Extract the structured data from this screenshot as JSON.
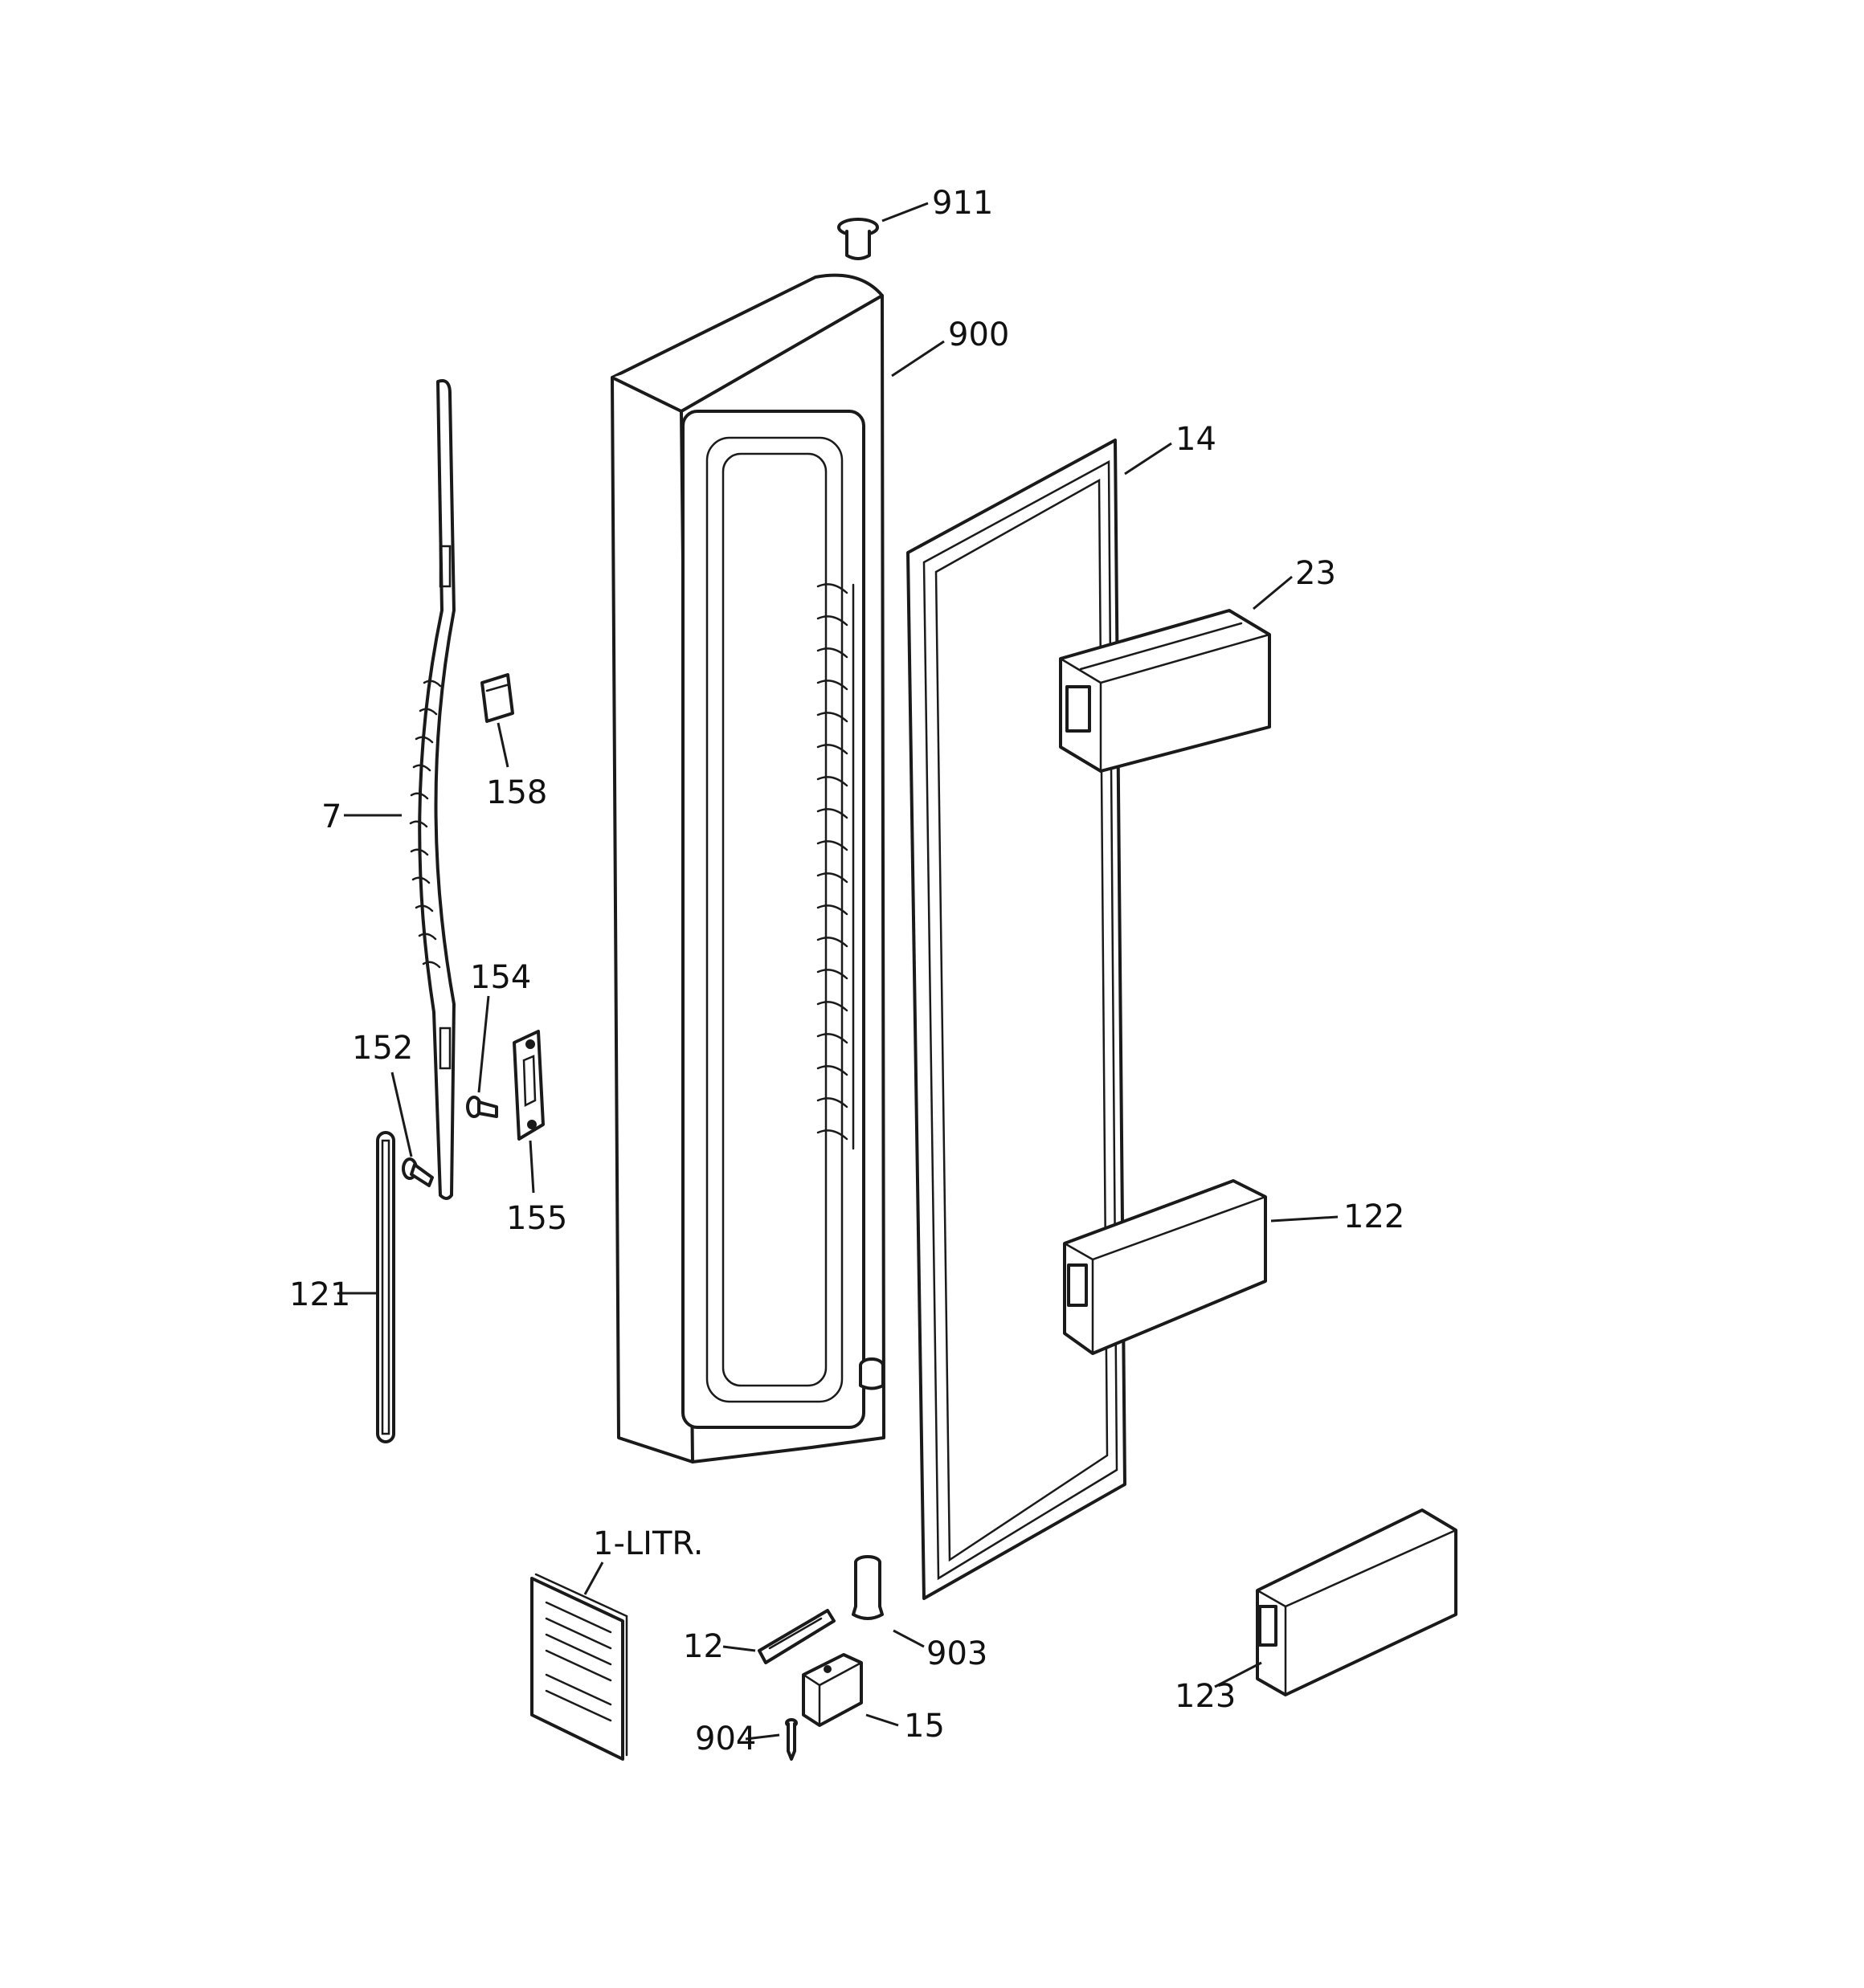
{
  "labels": {
    "p911": "911",
    "p900": "900",
    "p14": "14",
    "p23": "23",
    "p158": "158",
    "p7": "7",
    "p154": "154",
    "p152": "152",
    "p155": "155",
    "p121": "121",
    "p122": "122",
    "p1litr": "1-LITR.",
    "p12": "12",
    "p903": "903",
    "p123": "123",
    "p904": "904",
    "p15": "15"
  }
}
